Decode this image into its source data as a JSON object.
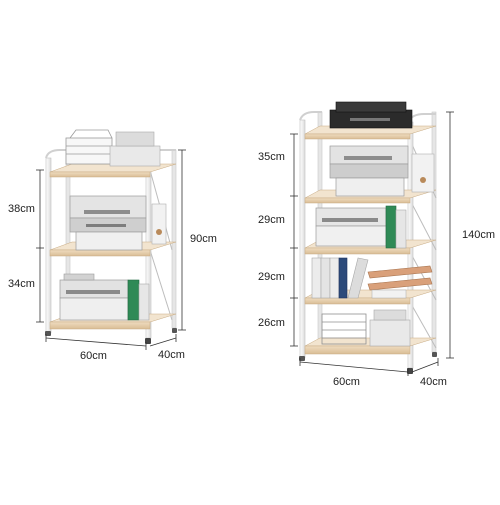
{
  "small_rack": {
    "dims": {
      "tier_top_height": "38cm",
      "tier_bottom_height": "34cm",
      "total_height": "90cm",
      "width": "60cm",
      "depth": "40cm"
    }
  },
  "large_rack": {
    "dims": {
      "tier_1_height": "35cm",
      "tier_2_height": "29cm",
      "tier_3_height": "29cm",
      "tier_4_height": "26cm",
      "total_height": "140cm",
      "width": "60cm",
      "depth": "40cm"
    }
  },
  "colors": {
    "frame": "#f4f4f4",
    "frame_edge": "#c9c9c9",
    "shelf_wood": "#e8d3b4",
    "shelf_edge": "#c8ab83",
    "dimension_line": "#333333"
  }
}
